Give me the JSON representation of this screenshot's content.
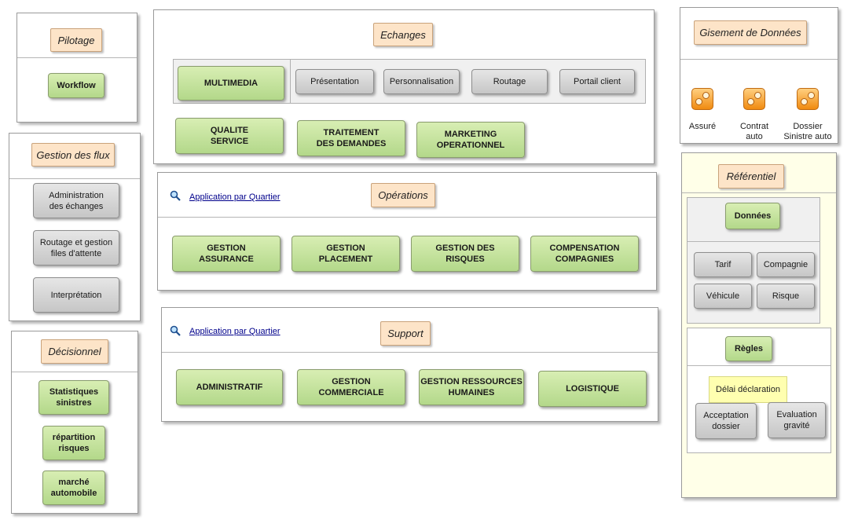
{
  "pilotage": {
    "title": "Pilotage",
    "workflow": "Workflow"
  },
  "gestion_flux": {
    "title": "Gestion des flux",
    "items": [
      "Administration\ndes échanges",
      "Routage et gestion\nfiles d'attente",
      "Interprétation"
    ]
  },
  "decisionnel": {
    "title": "Décisionnel",
    "items": [
      "Statistiques\nsinistres",
      "répartition\nrisques",
      "marché\nautomobile"
    ]
  },
  "echanges": {
    "title": "Echanges",
    "multimedia": "MULTIMEDIA",
    "channels": [
      "Présentation",
      "Personnalisation",
      "Routage",
      "Portail client"
    ],
    "modules": [
      "QUALITE\nSERVICE",
      "TRAITEMENT\nDES DEMANDES",
      "MARKETING\nOPERATIONNEL"
    ]
  },
  "operations": {
    "title": "Opérations",
    "link": "Application par Quartier",
    "modules": [
      "GESTION\nASSURANCE",
      "GESTION\nPLACEMENT",
      "GESTION DES\nRISQUES",
      "COMPENSATION\nCOMPAGNIES"
    ]
  },
  "support": {
    "title": "Support",
    "link": "Application par Quartier",
    "modules": [
      "ADMINISTRATIF",
      "GESTION\nCOMMERCIALE",
      "GESTION RESSOURCES\nHUMAINES",
      "LOGISTIQUE"
    ]
  },
  "gisement": {
    "title": "Gisement de Données",
    "items": [
      "Assuré",
      "Contrat\nauto",
      "Dossier\nSinistre auto"
    ]
  },
  "referentiel": {
    "title": "Référentiel",
    "donnees": {
      "title": "Données",
      "items": [
        "Tarif",
        "Compagnie",
        "Véhicule",
        "Risque"
      ]
    },
    "regles": {
      "title": "Règles",
      "note": "Délai déclaration",
      "items": [
        "Acceptation\ndossier",
        "Evaluation\ngravité"
      ]
    }
  }
}
